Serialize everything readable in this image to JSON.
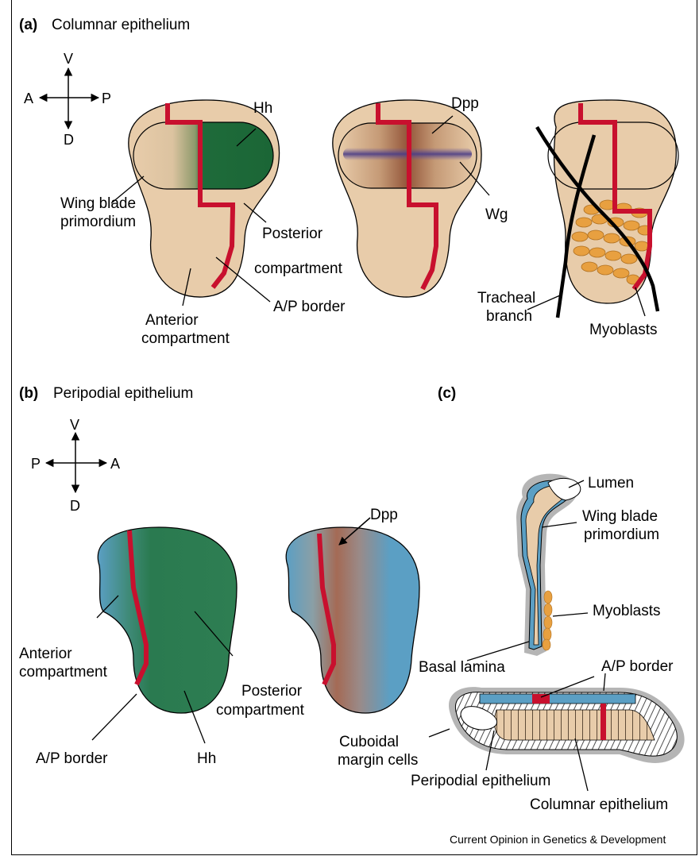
{
  "panel_a": {
    "label": "(a)",
    "title": "Columnar epithelium",
    "axes": {
      "up": "V",
      "down": "D",
      "left": "A",
      "right": "P"
    },
    "disc1": {
      "hh": "Hh",
      "wing_blade_1": "Wing blade",
      "wing_blade_2": "primordium",
      "posterior_1": "Posterior",
      "posterior_2": "compartment",
      "ap_border": "A/P border",
      "anterior_1": "Anterior",
      "anterior_2": "compartment"
    },
    "disc2": {
      "dpp": "Dpp",
      "wg": "Wg"
    },
    "disc3": {
      "tracheal_1": "Tracheal",
      "tracheal_2": "branch",
      "myoblasts": "Myoblasts"
    }
  },
  "panel_b": {
    "label": "(b)",
    "title": "Peripodial epithelium",
    "axes": {
      "up": "V",
      "down": "D",
      "left": "P",
      "right": "A"
    },
    "disc1": {
      "anterior_1": "Anterior",
      "anterior_2": "compartment",
      "posterior_1": "Posterior",
      "posterior_2": "compartment",
      "ap_border": "A/P border",
      "hh": "Hh"
    },
    "disc2": {
      "dpp": "Dpp"
    }
  },
  "panel_c": {
    "label": "(c)",
    "lumen": "Lumen",
    "wing_blade_1": "Wing blade",
    "wing_blade_2": "primordium",
    "myoblasts": "Myoblasts",
    "basal_lamina": "Basal lamina",
    "ap_border": "A/P border",
    "cuboidal_1": "Cuboidal",
    "cuboidal_2": "margin cells",
    "peripodial": "Peripodial epithelium",
    "columnar": "Columnar epithelium"
  },
  "credit": "Current Opinion in Genetics & Development",
  "colors": {
    "disc_tan": "#e8ccaa",
    "hh_green": "#1e6b3a",
    "ap_red": "#c8102e",
    "wg_purple": "#6a5a9a",
    "dpp_brown": "#9a5a38",
    "myoblast_orange": "#e8a040",
    "peripodial_blue": "#5b9fc4",
    "basal_lamina_grey": "#b5b5b5"
  }
}
